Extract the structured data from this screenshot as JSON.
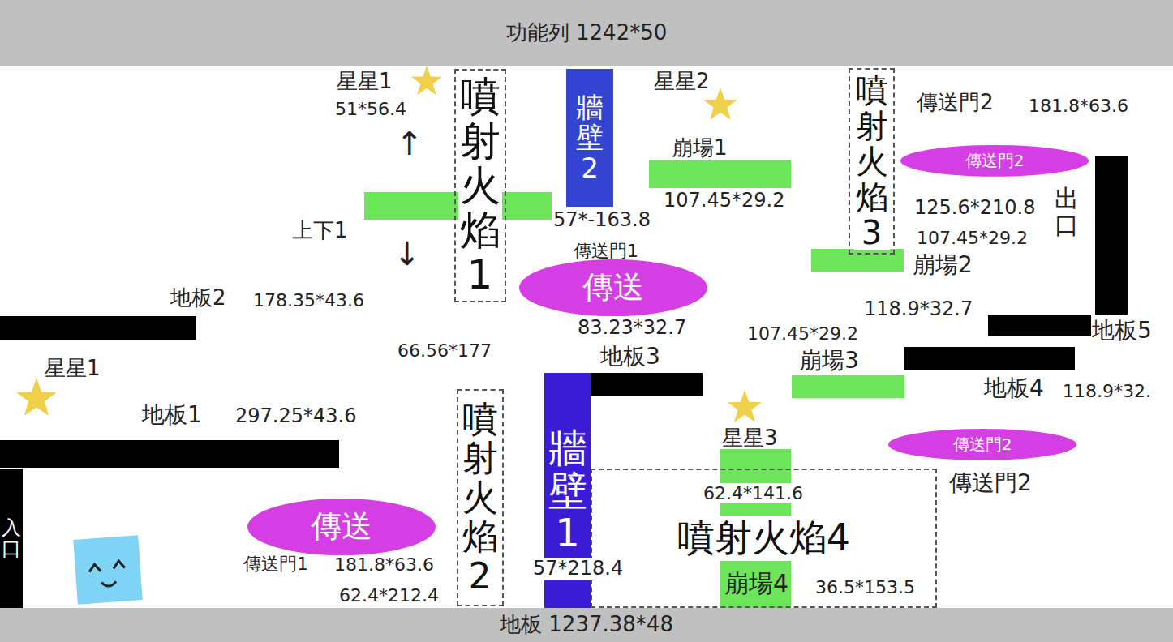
{
  "diagram": {
    "nodes": [
      {
        "text": [
          "功能列 1242*50"
        ]
      },
      {
        "text": [
          "噴射火焰1"
        ]
      },
      {
        "text": [
          "牆壁2"
        ]
      },
      {
        "text": [
          "噴射火焰3"
        ]
      },
      {
        "text": [
          "傳送門2"
        ]
      },
      {
        "text": [
          "傳送"
        ]
      },
      {
        "text": [
          "牆壁1"
        ]
      },
      {
        "text": [
          "噴射火焰2"
        ]
      },
      {
        "text": [
          "傳送門2"
        ]
      },
      {
        "text": [
          "噴射火焰4"
        ]
      },
      {
        "text": [
          "入口"
        ]
      },
      {
        "text": [
          "傳送"
        ]
      },
      {
        "text": [
          "地板 1237.38*48"
        ]
      }
    ],
    "labels": [
      "星星1",
      "51*56.4",
      "星星2",
      "崩場1",
      "107.45*29.2",
      "傳送門2",
      "181.8*63.6",
      "↑",
      "125.6*210.8",
      "出口",
      "57*-163.8",
      "上下1",
      "107.45*29.2",
      "傳送門1",
      "崩場2",
      "↓",
      "地板2",
      "178.35*43.6",
      "118.9*32.7",
      "83.23*32.7",
      "地板5",
      "107.45*29.2",
      "66.56*177",
      "地板3",
      "崩場3",
      "星星1",
      "地板4",
      "118.9*32.",
      "地板1",
      "297.25*43.6",
      "星星3",
      "傳送門2",
      "62.4*141.6",
      "傳送門1",
      "181.8*63.6",
      "57*218.4",
      "崩場4",
      "36.5*153.5",
      "62.4*212.4"
    ]
  }
}
